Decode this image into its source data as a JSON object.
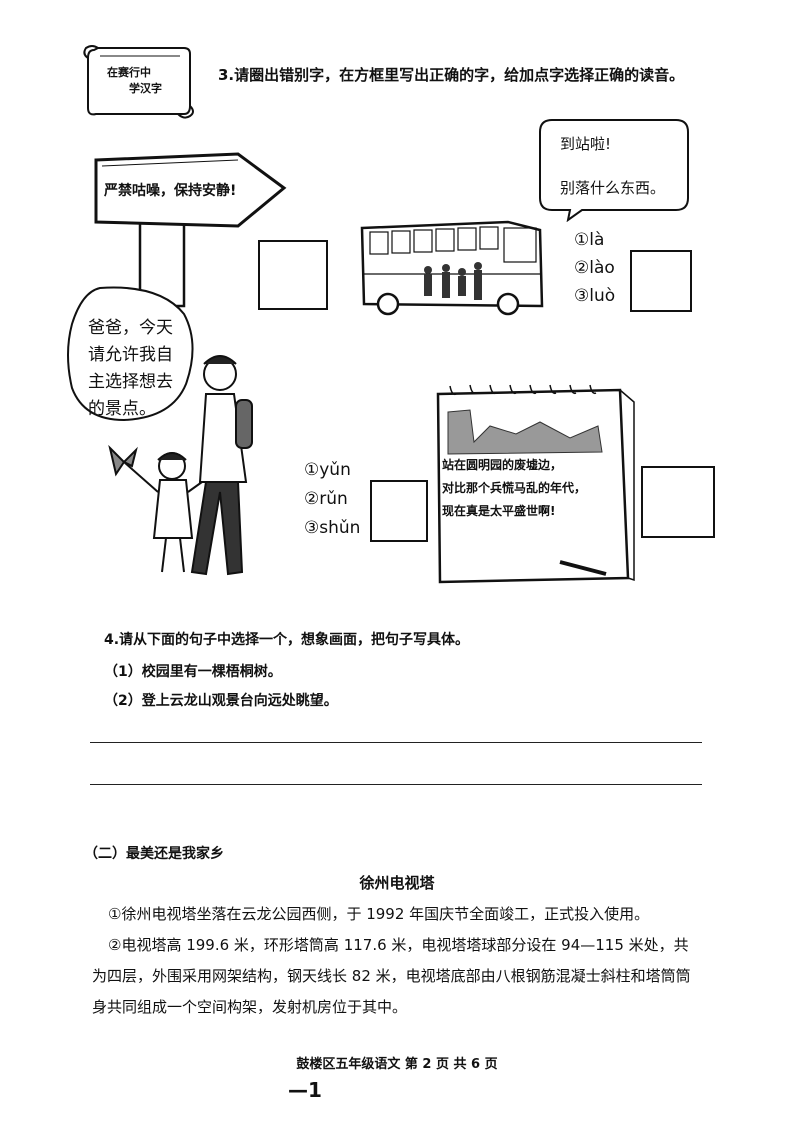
{
  "q3": {
    "instruction": "3.请圈出错别字，在方框里写出正确的字，给加点字选择正确的读音。",
    "scroll_line1": "在赛行中",
    "scroll_line2": "学汉字",
    "sign_text": "严禁咕噪，保持安静!",
    "bus_bubble": [
      "到站啦!",
      "别落什么东西。"
    ],
    "bus_options": [
      "①là",
      "②lào",
      "③luò"
    ],
    "kid_bubble": [
      "爸爸，今天",
      "请允许我自",
      "主选择想去",
      "的景点。"
    ],
    "pad_options": [
      "①yǔn",
      "②rǔn",
      "③shǔn"
    ],
    "pad_text": [
      "站在圆明园的废墟边，",
      "对比那个兵慌马乱的年代，",
      "现在真是太平盛世啊!"
    ]
  },
  "q4": {
    "instruction": "4.请从下面的句子中选择一个，想象画面，把句子写具体。",
    "items": [
      "（1）校园里有一棵梧桐树。",
      "（2）登上云龙山观景台向远处眺望。"
    ]
  },
  "section2": {
    "heading": "（二）最美还是我家乡",
    "title": "徐州电视塔",
    "p1": "①徐州电视塔坐落在云龙公园西侧，于 1992 年国庆节全面竣工，正式投入使用。",
    "p2_l1": "②电视塔高 199.6 米，环形塔筒高 117.6 米，电视塔塔球部分设在 94—115 米处，共",
    "p2_l2": "为四层，外围采用网架结构，钢天线长 82 米，电视塔底部由八根钢筋混凝士斜柱和塔筒筒",
    "p2_l3": "身共同组成一个空间构架，发射机房位于其中。"
  },
  "footer": "鼓楼区五年级语文  第 2 页 共 6 页",
  "page_mark": "—1"
}
